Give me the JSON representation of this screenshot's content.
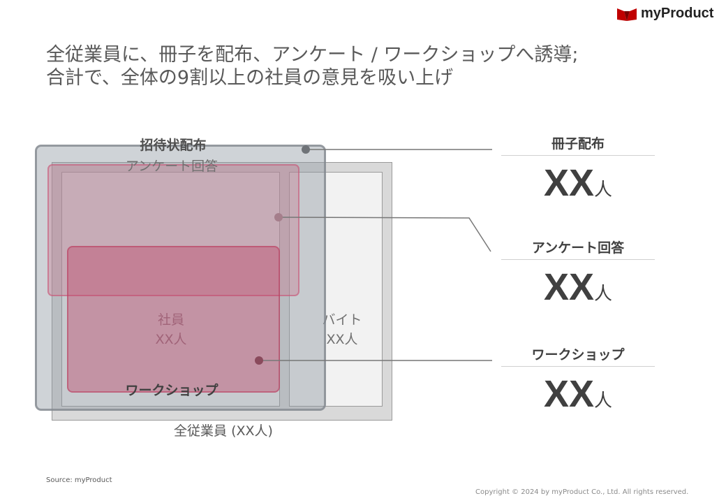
{
  "brand": {
    "name": "myProduct",
    "color": "#c00000"
  },
  "title": {
    "line1": "全従業員に、冊子を配布、アンケート / ワークショップへ誘導;",
    "line2": "合計で、全体の9割以上の社員の意見を吸い上げ"
  },
  "diagram": {
    "invite_label": "招待状配布",
    "survey_label": "アンケート回答",
    "workshop_label": "ワークショップ",
    "employee_label": "社員",
    "employee_count": "XX人",
    "parttime_label": "バイト",
    "parttime_count": "XX人",
    "all_label": "全従業員 (XX人)"
  },
  "stats": [
    {
      "label": "冊子配布",
      "value": "XX",
      "unit": "人"
    },
    {
      "label": "アンケート回答",
      "value": "XX",
      "unit": "人"
    },
    {
      "label": "ワークショップ",
      "value": "XX",
      "unit": "人"
    }
  ],
  "footer": {
    "source": "Source: myProduct",
    "copyright": "Copyright © 2024 by myProduct Co., Ltd.  All rights reserved."
  }
}
